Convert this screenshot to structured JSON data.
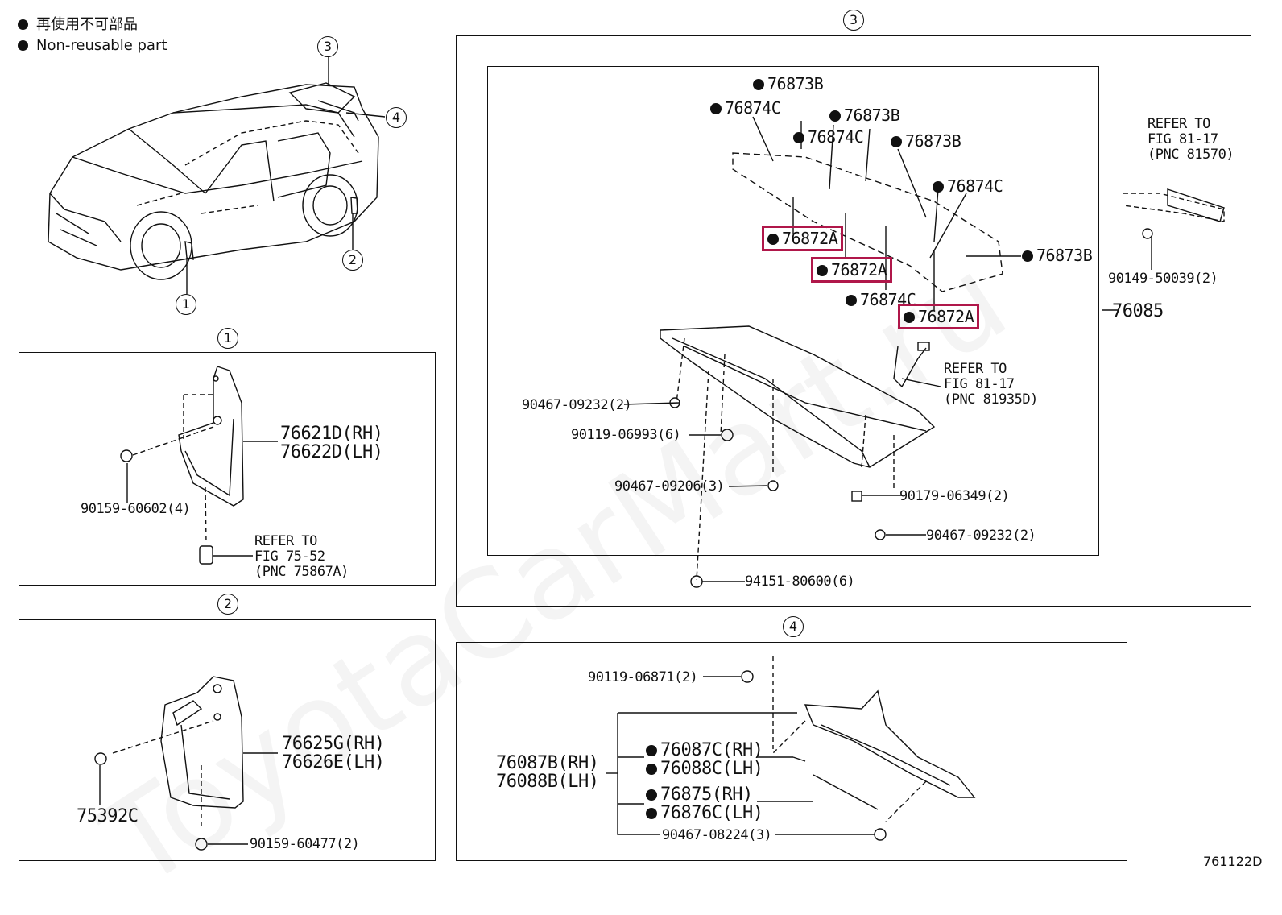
{
  "legend": {
    "line1": "再使用不可部品",
    "line2": "Non-reusable part"
  },
  "callouts": {
    "c1": "1",
    "c2": "2",
    "c3": "3",
    "c4": "4"
  },
  "watermark": "ToyotaCarMart.ru",
  "figure_id": "761122D",
  "section1": {
    "part_mudguard": [
      "76621D(RH)",
      "76622D(LH)"
    ],
    "bolt": "90159-60602(4)",
    "refer": "REFER TO\nFIG 75-52\n(PNC 75867A)"
  },
  "section2": {
    "part_mudguard": [
      "76625G(RH)",
      "76626E(LH)"
    ],
    "screw": "75392C",
    "bolt": "90159-60477(2)"
  },
  "section3": {
    "labels_b": [
      "76873B",
      "76873B",
      "76873B",
      "76873B"
    ],
    "labels_c": [
      "76874C",
      "76874C",
      "76874C",
      "76874C"
    ],
    "labels_a": [
      "76872A",
      "76872A",
      "76872A"
    ],
    "spoiler": "76085",
    "refer_top": "REFER TO\nFIG 81-17\n(PNC 81570)",
    "refer_mid": "REFER TO\nFIG 81-17\n(PNC 81935D)",
    "screw_right": "90149-50039(2)",
    "clip_1": "90467-09232(2)",
    "clip_2": "90119-06993(6)",
    "clip_3": "90467-09206(3)",
    "clip_4": "90179-06349(2)",
    "clip_5": "90467-09232(2)",
    "clip_6": "94151-80600(6)"
  },
  "section4": {
    "bolt_top": "90119-06871(2)",
    "assembly": [
      "76087B(RH)",
      "76088B(LH)"
    ],
    "part_a": [
      "76087C(RH)",
      "76088C(LH)"
    ],
    "part_b": [
      "76875(RH)",
      "76876C(LH)"
    ],
    "clip": "90467-08224(3)"
  }
}
